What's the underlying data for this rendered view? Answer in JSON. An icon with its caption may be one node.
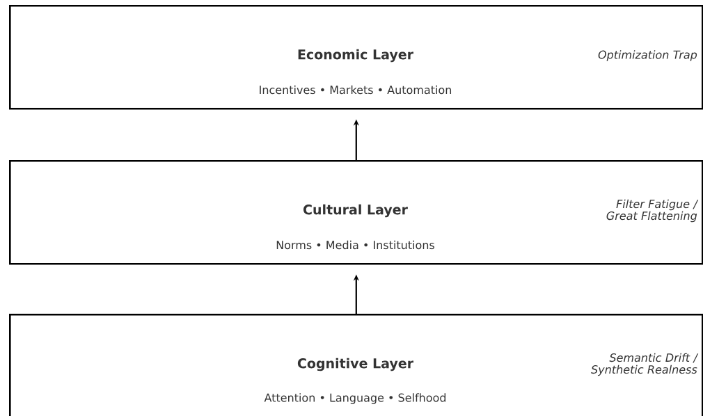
{
  "diagram": {
    "nodes": [
      {
        "text": [
          "Economic Layer",
          "Incentives • Markets • Automation",
          "Optimization Trap"
        ]
      },
      {
        "text": [
          "Cultural Layer",
          "Norms • Media • Institutions",
          "Filter Fatigue / Great Flattening"
        ]
      },
      {
        "text": [
          "Cognitive Layer",
          "Attention • Language • Selfhood",
          "Semantic Drift / Synthetic Realness"
        ]
      }
    ],
    "edges": [
      {
        "from": 2,
        "to": 1,
        "arrow": "to"
      },
      {
        "from": 1,
        "to": 0,
        "arrow": "to"
      }
    ]
  }
}
